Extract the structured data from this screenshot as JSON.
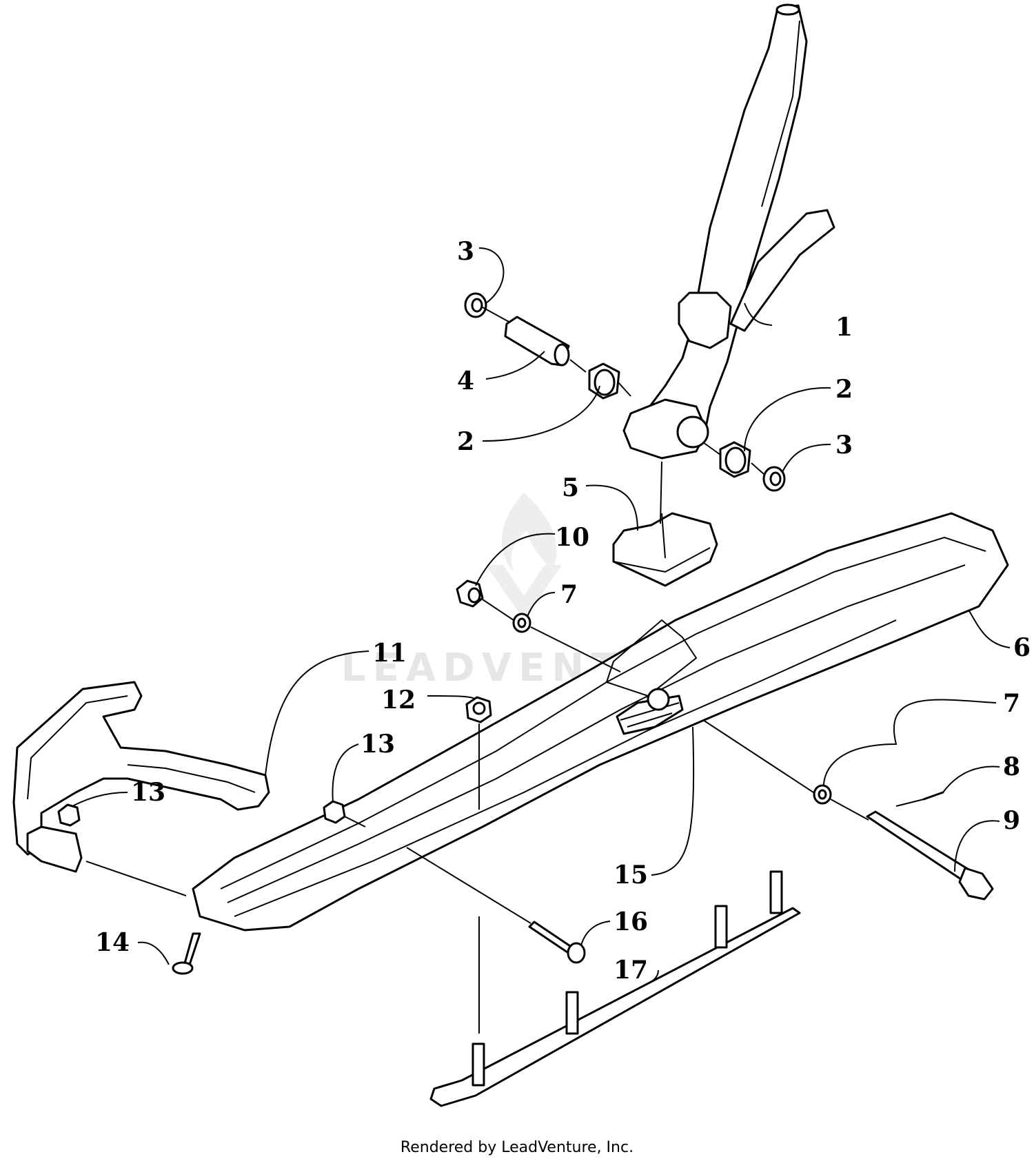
{
  "callouts": [
    "1",
    "2",
    "3",
    "4",
    "5",
    "6",
    "7",
    "8",
    "9",
    "10",
    "11",
    "12",
    "13",
    "14",
    "15",
    "16",
    "17"
  ],
  "watermark": "LEADVENTURE",
  "footer": "Rendered by LeadVenture, Inc."
}
